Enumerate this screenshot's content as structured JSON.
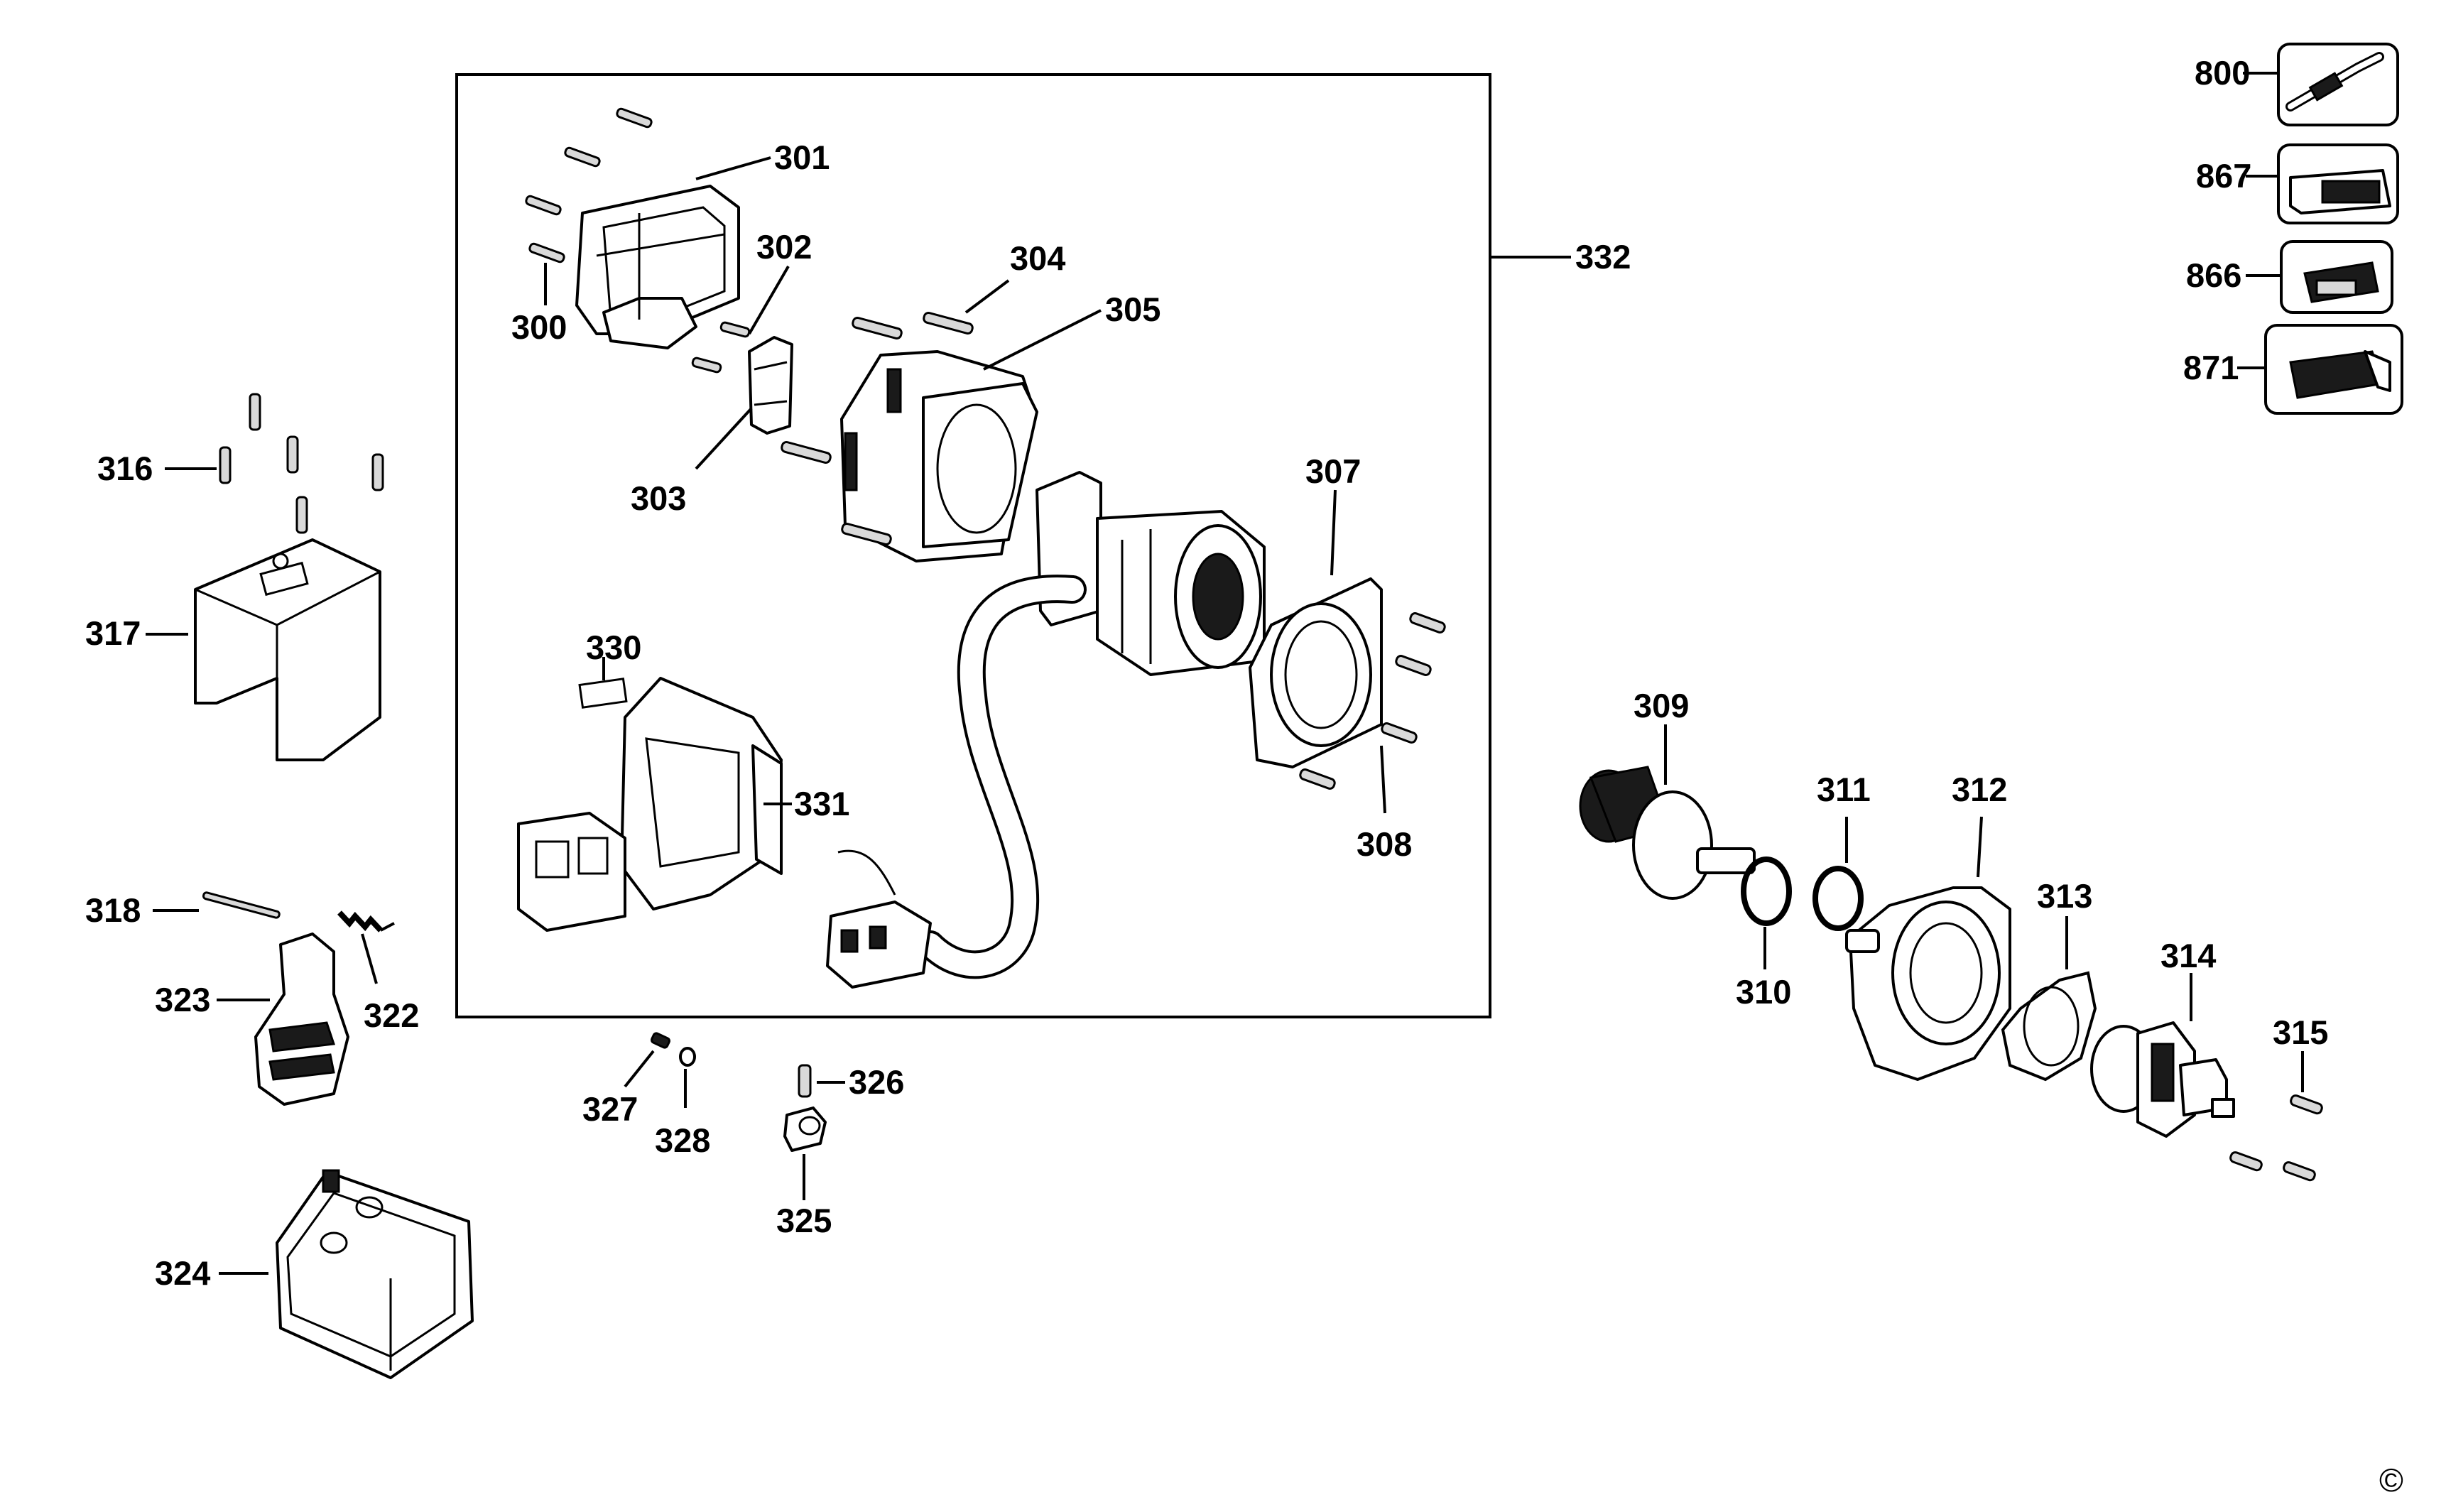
{
  "callouts": {
    "c300": "300",
    "c301": "301",
    "c302": "302",
    "c303": "303",
    "c304": "304",
    "c305": "305",
    "c307": "307",
    "c308": "308",
    "c309": "309",
    "c310": "310",
    "c311": "311",
    "c312": "312",
    "c313": "313",
    "c314": "314",
    "c315": "315",
    "c316": "316",
    "c317": "317",
    "c318": "318",
    "c322": "322",
    "c323": "323",
    "c324": "324",
    "c325": "325",
    "c326": "326",
    "c327": "327",
    "c328": "328",
    "c330": "330",
    "c331": "331",
    "c332": "332",
    "c800": "800",
    "c866": "866",
    "c867": "867",
    "c871": "871"
  },
  "copyright_symbol": "©"
}
